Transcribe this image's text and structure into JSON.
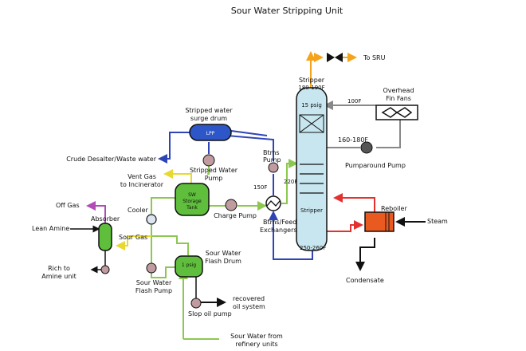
{
  "title": "Sour Water Stripping Unit",
  "labels": {
    "to_sru": "To SRU",
    "stripper_top": "Stripper",
    "temp_top": "180-190F",
    "pressure": "15 psig",
    "overhead_fans_1": "Overhead",
    "overhead_fans_2": "Fin Fans",
    "temp_100f": "100F",
    "temp_160_180f": "160-180F",
    "pumparound_pump": "Pumparound Pump",
    "stripper_body": "Stripper",
    "reboiler": "Reboiler",
    "steam": "Steam",
    "temp_bottom": "250-260F",
    "condensate": "Condensate",
    "stripped_water_drum_1": "Stripped water",
    "stripped_water_drum_2": "surge drum",
    "drum_inner": "LPP",
    "crude_desalter": "Crude Desalter/Waste water",
    "btms_pump_1": "Btms",
    "btms_pump_2": "Pump",
    "temp_150f": "150F",
    "temp_220f": "220F",
    "btms_feed_1": "Btms/Feed",
    "btms_feed_2": "Exchangers",
    "vent_gas_1": "Vent Gas",
    "vent_gas_2": "to Incinerator",
    "stripped_water_pump_1": "Stripped Water",
    "stripped_water_pump_2": "Pump",
    "storage_tank_1": "SW",
    "storage_tank_2": "Storage",
    "storage_tank_3": "Tank",
    "charge_pump": "Charge Pump",
    "off_gas": "Off Gas",
    "absorber": "Absorber",
    "cooler": "Cooler",
    "lean_amine": "Lean Amine",
    "sour_gas": "Sour Gas",
    "rich_amine_1": "Rich to",
    "rich_amine_2": "Amine unit",
    "flash_drum_1": "Sour Water",
    "flash_drum_2": "Flash Drum",
    "flash_inner": "1 psig",
    "flash_pump_1": "Sour Water",
    "flash_pump_2": "Flash Pump",
    "recovered_oil_1": "recovered",
    "recovered_oil_2": "oil system",
    "slop_oil_pump": "Slop oil pump",
    "sour_water_from_1": "Sour Water from",
    "sour_water_from_2": "refinery units"
  },
  "colors": {
    "sour_water": "#a8d86a",
    "stripped_water": "#2f45b5",
    "gas": "#f5e85a",
    "overhead": "#f5a31a",
    "steam_return": "#e53030",
    "steam": "#111111",
    "off_gas": "#b24bb8",
    "return": "#888888",
    "vessel": "#c8e6ef",
    "green_vessel": "#5fbf3c",
    "blue_vessel": "#2d57c8",
    "reboiler": "#e85a20",
    "pump": "#c09ca0"
  }
}
